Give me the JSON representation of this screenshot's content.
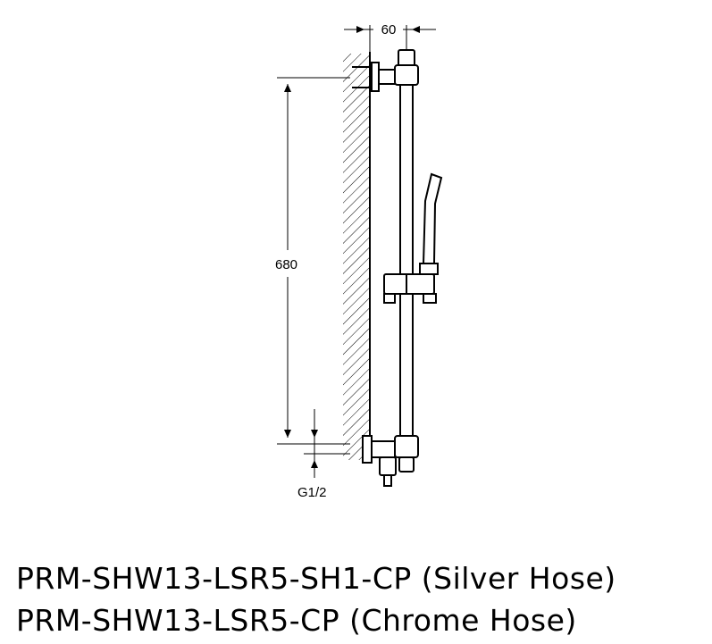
{
  "drawing": {
    "dim_width": "60",
    "dim_height": "680",
    "dim_thread": "G1/2"
  },
  "captions": [
    "PRM-SHW13-LSR5-SH1-CP (Silver Hose)",
    "PRM-SHW13-LSR5-CP (Chrome Hose)"
  ]
}
